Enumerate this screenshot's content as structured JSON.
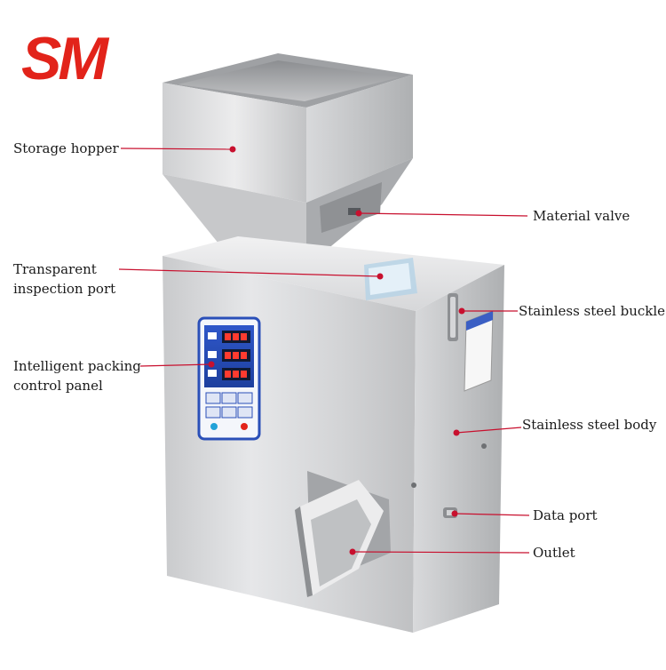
{
  "brand": {
    "logo_text": "SM",
    "logo_color": "#e2231a"
  },
  "accent_color": "#c8102e",
  "labels": {
    "storage_hopper": "Storage hopper",
    "material_valve": "Material valve",
    "inspection_port_line1": "Transparent",
    "inspection_port_line2": "inspection port",
    "buckle": "Stainless steel buckle",
    "control_panel_line1": "Intelligent packing",
    "control_panel_line2": "control panel",
    "body": "Stainless steel body",
    "data_port": "Data port",
    "outlet": "Outlet"
  }
}
